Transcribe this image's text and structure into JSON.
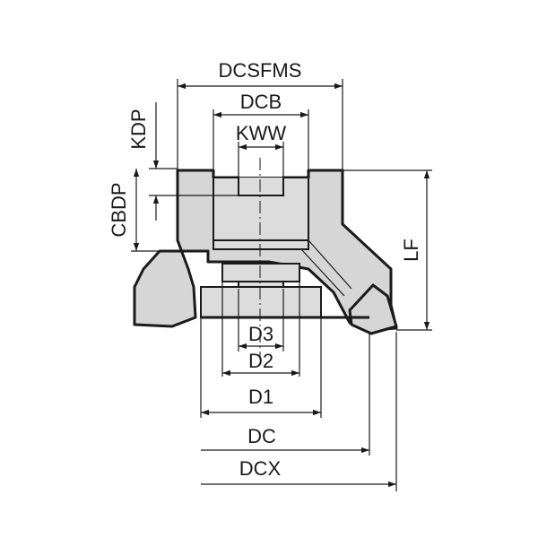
{
  "diagram": {
    "labels": {
      "dcsfms": "DCSFMS",
      "dcb": "DCB",
      "kww": "KWW",
      "kdp": "KDP",
      "cbdp": "CBDP",
      "lf": "LF",
      "d3": "D3",
      "d2": "D2",
      "d1": "D1",
      "dc": "DC",
      "dcx": "DCX"
    },
    "colors": {
      "body": "#d6d6d6",
      "line": "#1a1a1a"
    }
  }
}
